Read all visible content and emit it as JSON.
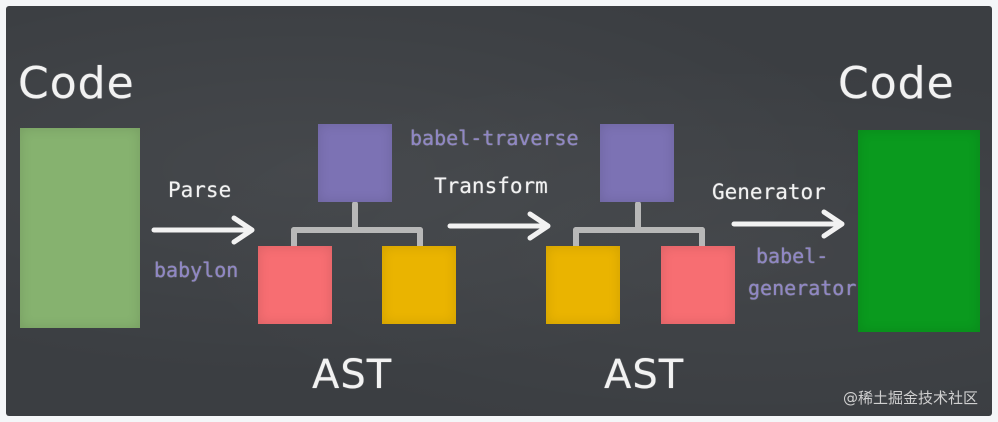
{
  "labels": {
    "code_left": "Code",
    "code_right": "Code",
    "parse": "Parse",
    "babylon": "babylon",
    "babel_traverse": "babel-traverse",
    "transform": "Transform",
    "generator": "Generator",
    "babel_gen_line1": "babel-",
    "babel_gen_line2": "generator",
    "ast_left": "AST",
    "ast_right": "AST"
  },
  "watermark": "@稀土掘金技术社区",
  "colors": {
    "code_in": "#86b26f",
    "code_out": "#0a9a1e",
    "ast_node_purple": "#7c72b4",
    "ast_node_red": "#f76e72",
    "ast_node_yellow": "#eab400",
    "chalk": "#f2f2f2",
    "chalk_gray": "#b8b8b8",
    "purple_text": "#8f86c6",
    "board": "#3b3e42"
  }
}
